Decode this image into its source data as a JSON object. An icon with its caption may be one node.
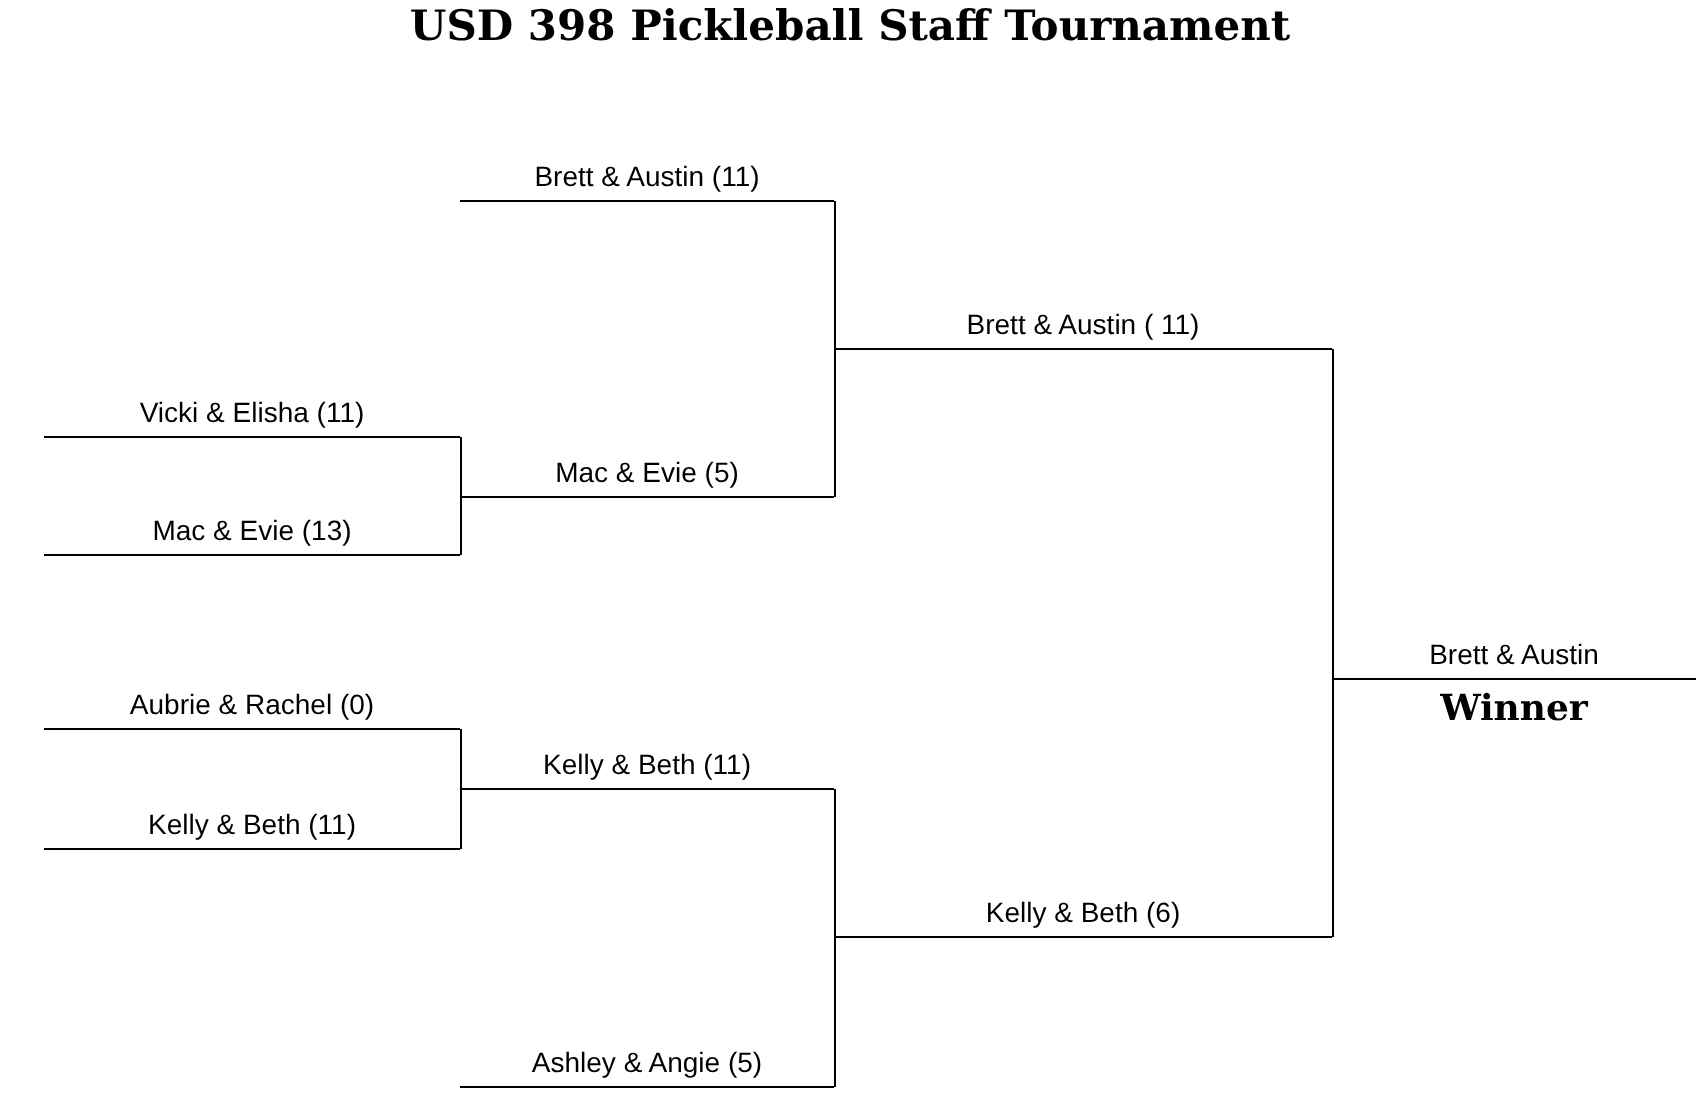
{
  "diagram": {
    "title": "USD 398 Pickleball Staff Tournament",
    "nodes": [
      {
        "text": [
          "Brett & Austin (11)"
        ]
      },
      {
        "text": [
          "Vicki & Elisha (11)"
        ]
      },
      {
        "text": [
          "Mac & Evie (13)"
        ]
      },
      {
        "text": [
          "Mac & Evie (5)"
        ]
      },
      {
        "text": [
          "Brett & Austin ( 11)"
        ]
      },
      {
        "text": [
          "Aubrie & Rachel (0)"
        ]
      },
      {
        "text": [
          "Kelly & Beth (11)"
        ]
      },
      {
        "text": [
          "Kelly & Beth (11)"
        ]
      },
      {
        "text": [
          "Ashley & Angie (5)"
        ]
      },
      {
        "text": [
          "Kelly & Beth (6)"
        ]
      },
      {
        "text": [
          "Brett & Austin"
        ],
        "beside": [
          "Winner"
        ]
      }
    ],
    "edges": [
      {
        "from": 1,
        "to": 3,
        "arrow": "none"
      },
      {
        "from": 2,
        "to": 3,
        "arrow": "none"
      },
      {
        "from": 0,
        "to": 4,
        "arrow": "none"
      },
      {
        "from": 3,
        "to": 4,
        "arrow": "none"
      },
      {
        "from": 5,
        "to": 7,
        "arrow": "none"
      },
      {
        "from": 6,
        "to": 7,
        "arrow": "none"
      },
      {
        "from": 7,
        "to": 9,
        "arrow": "none"
      },
      {
        "from": 8,
        "to": 9,
        "arrow": "none"
      },
      {
        "from": 4,
        "to": 10,
        "arrow": "none"
      },
      {
        "from": 9,
        "to": 10,
        "arrow": "none"
      }
    ]
  }
}
